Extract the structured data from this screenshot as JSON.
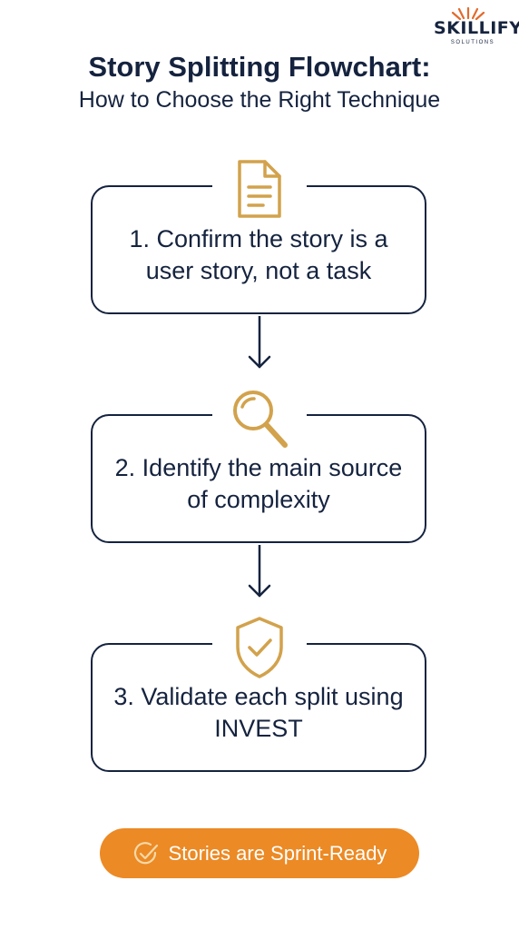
{
  "brand": {
    "name": "SKILLIFY",
    "tagline": "SOLUTIONS"
  },
  "header": {
    "title": "Story Splitting Flowchart:",
    "subtitle": "How to Choose the Right Technique"
  },
  "steps": [
    {
      "text": "1. Confirm the story is a user story, not a task",
      "icon": "document-icon"
    },
    {
      "text": "2. Identify the main source of complexity",
      "icon": "magnifier-icon"
    },
    {
      "text": "3. Validate each split using INVEST",
      "icon": "shield-check-icon"
    }
  ],
  "result": {
    "text": "Stories are Sprint-Ready",
    "icon": "check-circle-icon"
  },
  "colors": {
    "navy": "#15233f",
    "gold": "#d2a24c",
    "orange": "#ec8a25",
    "white": "#ffffff"
  }
}
